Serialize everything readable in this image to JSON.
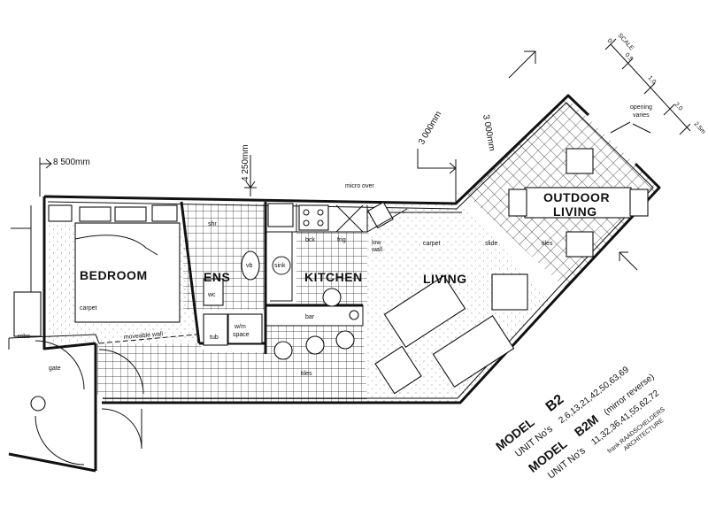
{
  "rooms": {
    "bedroom": "BEDROOM",
    "ens": "ENS",
    "kitchen": "KITCHEN",
    "living": "LIVING",
    "outdoor_1": "OUTDOOR",
    "outdoor_2": "LIVING"
  },
  "annotations": {
    "dim_left": "8 500mm",
    "dim_mid": "4 250mm",
    "dim_right_a": "3 000mm",
    "dim_right_b": "3 000mm",
    "micro_over": "micro over",
    "shr": "shr",
    "vb": "vb",
    "wc": "wc",
    "sink": "sink",
    "bck": "bck",
    "frig": "frig",
    "low_wall_1": "low",
    "low_wall_2": "wall",
    "carpet_living": "carpet",
    "slide": "slide",
    "tiles_outdoor": "tiles",
    "carpet_bed": "carpet",
    "moveable_wall": "moveable wall",
    "robe": "robe",
    "gate": "gate",
    "tub": "tub",
    "wm_1": "w/m",
    "wm_2": "space",
    "bar": "bar",
    "tiles_hall": "tiles",
    "opening_1": "opening",
    "opening_2": "varies"
  },
  "scale": {
    "title": "SCALE",
    "ticks": [
      "0",
      "0.5",
      "1.0",
      "2.0",
      "2.5m"
    ]
  },
  "model_block": {
    "model_label_1": "MODEL",
    "model_value_1": "B2",
    "units_label_1": "UNIT No's",
    "units_value_1": "2,6,13,21,42,50,63,69",
    "model_label_2": "MODEL",
    "model_value_2": "B2M",
    "model_note_2": "(mirror reverse)",
    "units_label_2": "UNIT No's",
    "units_value_2": "11,32,36,41,55,62,72",
    "architect_1": "frank RAADSCHELDERS",
    "architect_2": "ARCHITECTURE"
  }
}
